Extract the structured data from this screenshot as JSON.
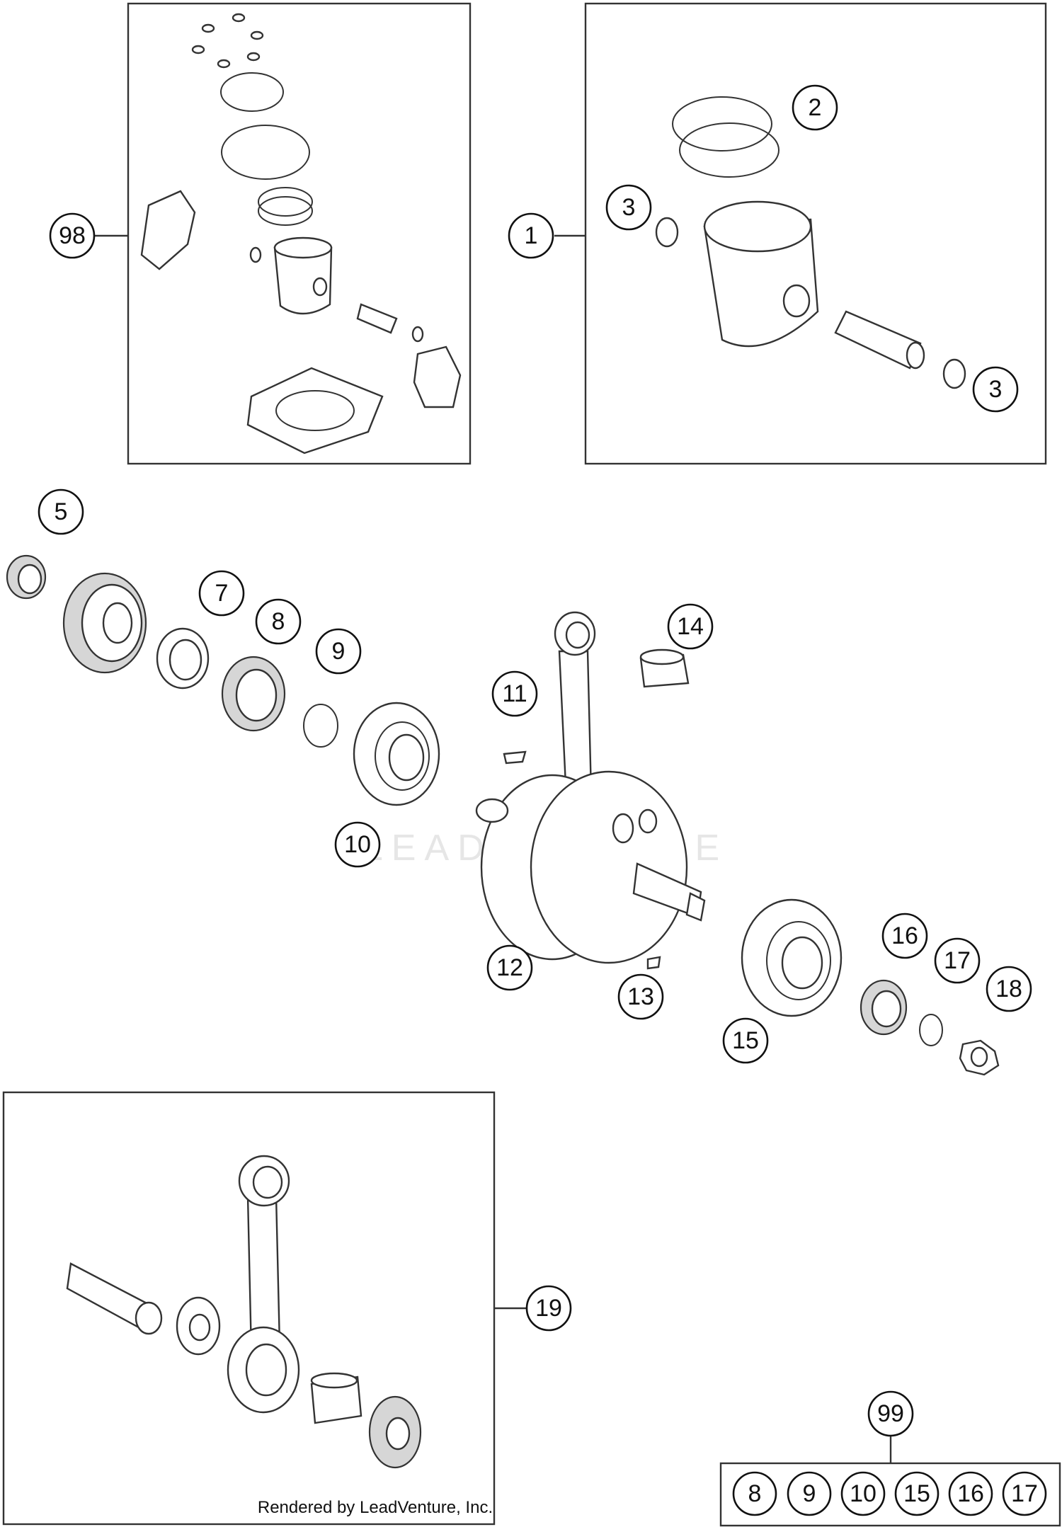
{
  "watermark": "LEADVENTURE",
  "credit": "Rendered by LeadVenture, Inc.",
  "callouts": {
    "c98": "98",
    "c1": "1",
    "c2": "2",
    "c3a": "3",
    "c3b": "3",
    "c5": "5",
    "c7": "7",
    "c8": "8",
    "c9": "9",
    "c10": "10",
    "c11": "11",
    "c12": "12",
    "c13": "13",
    "c14": "14",
    "c15": "15",
    "c16": "16",
    "c17": "17",
    "c18": "18",
    "c19": "19",
    "c99": "99"
  },
  "kit99": [
    "8",
    "9",
    "10",
    "15",
    "16",
    "17"
  ]
}
